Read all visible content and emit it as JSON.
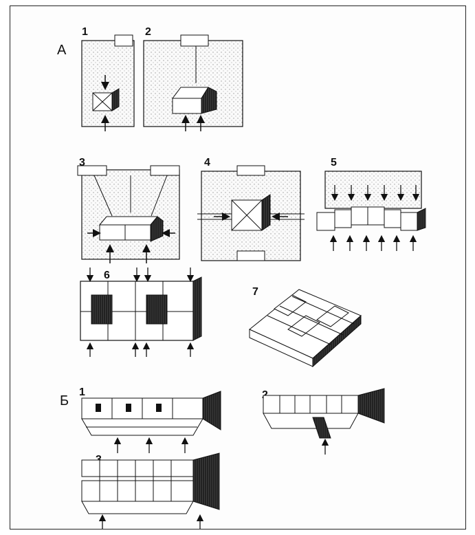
{
  "section_a": {
    "label": "А"
  },
  "section_b": {
    "label": "Б"
  },
  "panels_a": [
    {
      "number": "1"
    },
    {
      "number": "2"
    },
    {
      "number": "3"
    },
    {
      "number": "4"
    },
    {
      "number": "5"
    },
    {
      "number": "6"
    },
    {
      "number": "7"
    }
  ],
  "panels_b": [
    {
      "number": "1"
    },
    {
      "number": "2"
    },
    {
      "number": "3"
    }
  ],
  "colors": {
    "ink": "#1a1a1a",
    "stipple": "#c9c9c9",
    "paper": "#fdfdfd"
  }
}
